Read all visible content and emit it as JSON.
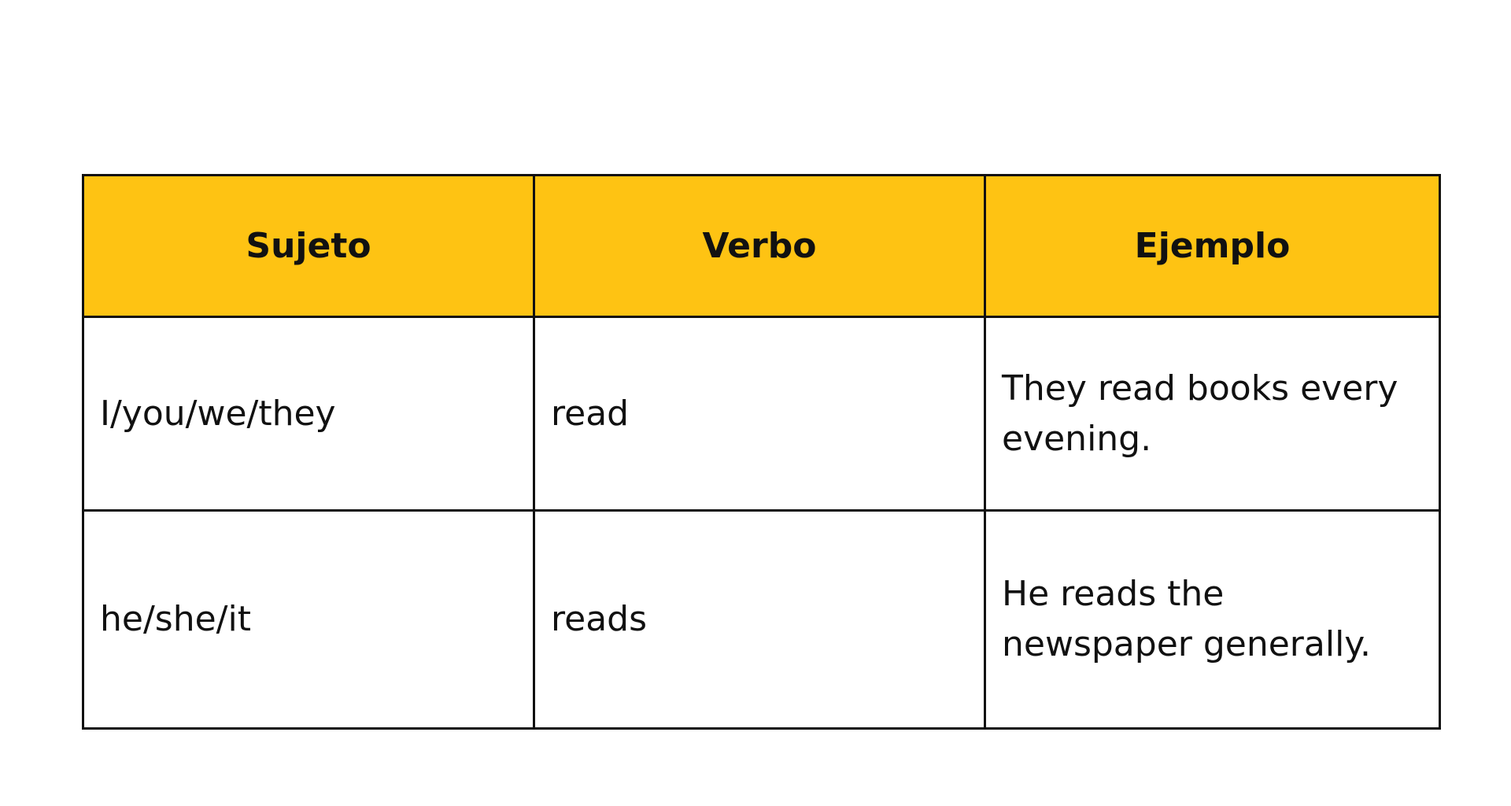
{
  "colors": {
    "header_background": "#FEC313",
    "border": "#111111",
    "text": "#111111"
  },
  "table": {
    "headers": [
      "Sujeto",
      "Verbo",
      "Ejemplo"
    ],
    "rows": [
      [
        "I/you/we/they",
        "read",
        "They read books every evening."
      ],
      [
        "he/she/it",
        "reads",
        "He reads the newspaper generally."
      ]
    ]
  }
}
